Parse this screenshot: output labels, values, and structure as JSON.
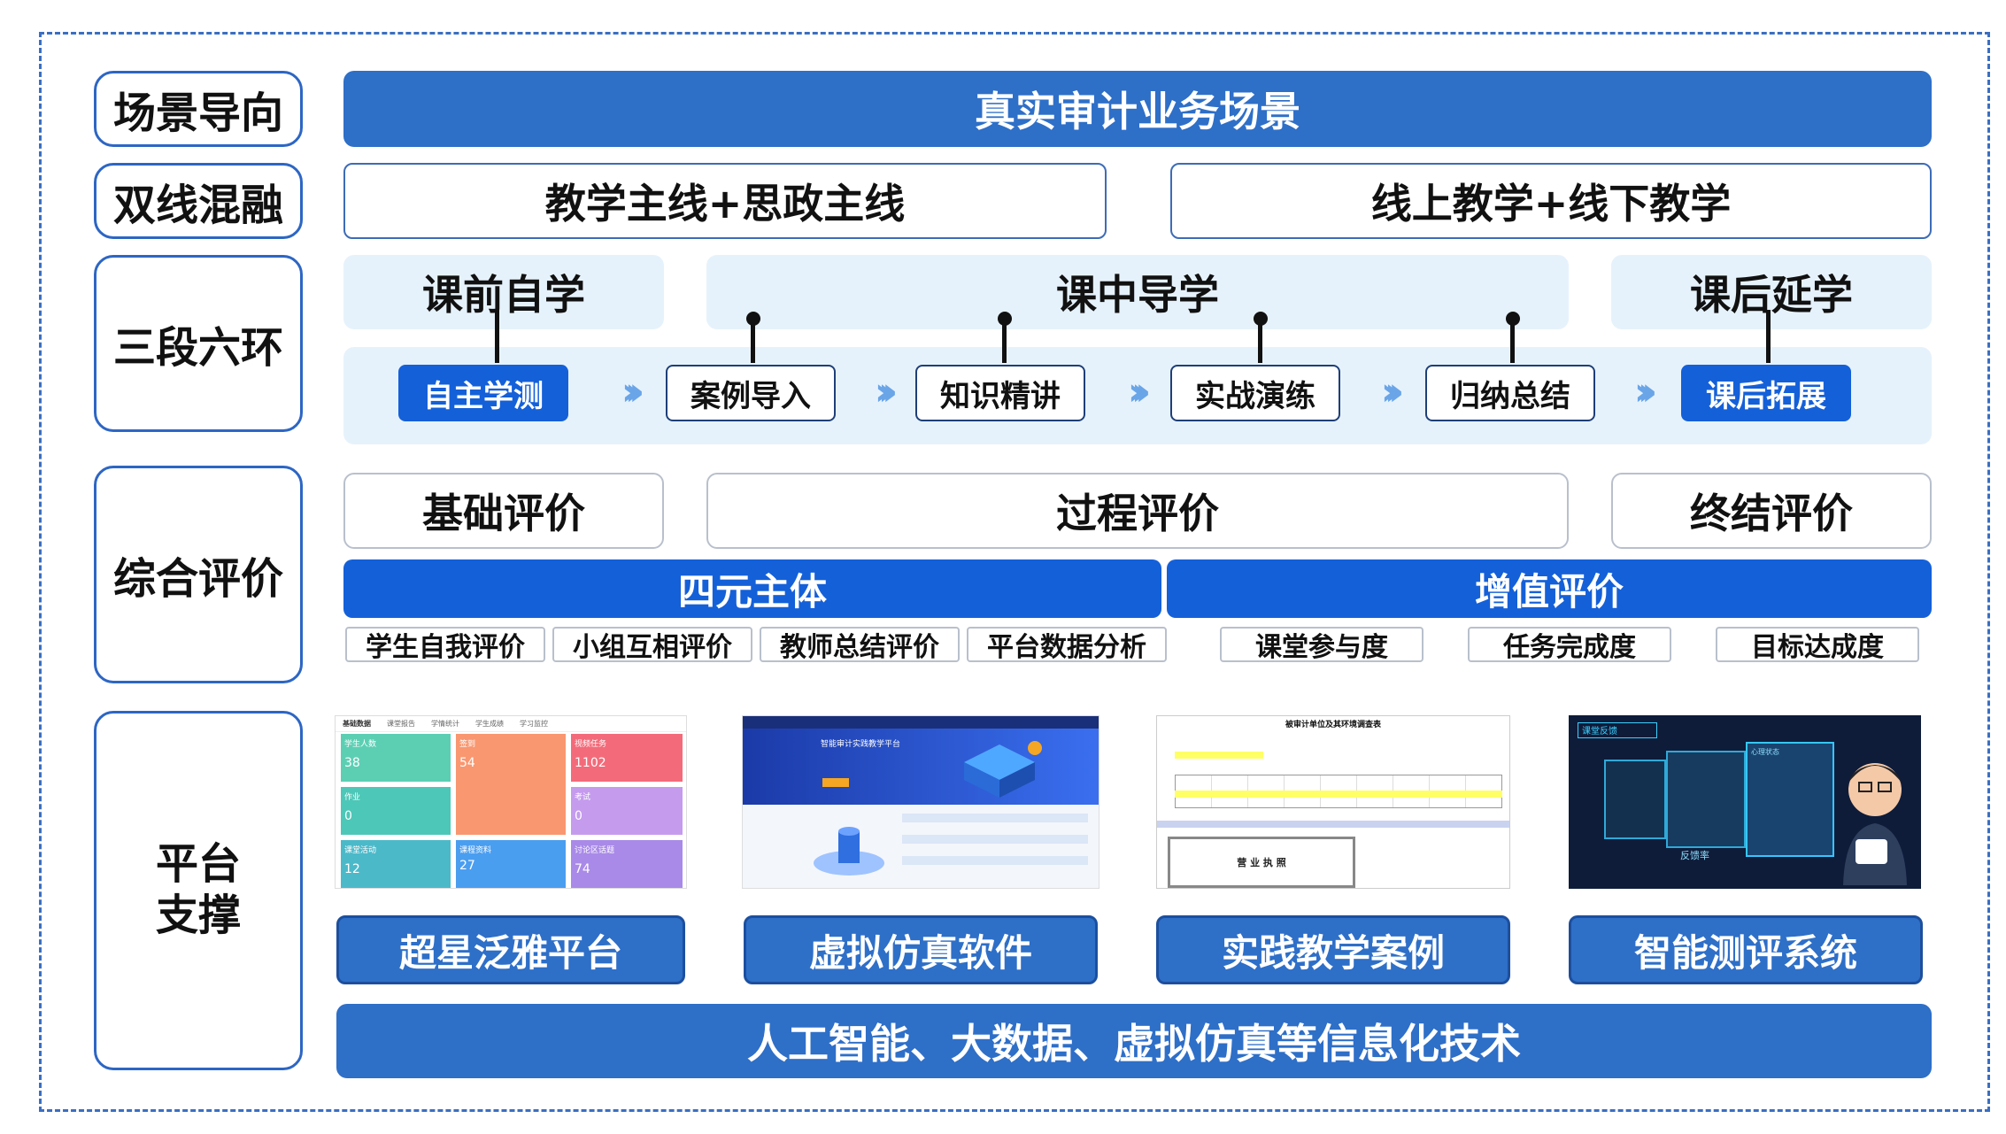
{
  "rows": {
    "scene": "场景导向",
    "dual": "双线混融",
    "three": "三段六环",
    "eval": "综合评价",
    "platform": "平台\n支撑"
  },
  "scene_bar": "真实审计业务场景",
  "dual_boxes": [
    "教学主线+思政主线",
    "线上教学+线下教学"
  ],
  "phases": [
    "课前自学",
    "课中导学",
    "课后延学"
  ],
  "steps": [
    "自主学测",
    "案例导入",
    "知识精讲",
    "实战演练",
    "归纳总结",
    "课后拓展"
  ],
  "eval_types": [
    "基础评价",
    "过程评价",
    "终结评价"
  ],
  "eval_groups": [
    "四元主体",
    "增值评价"
  ],
  "eval_subjects": [
    "学生自我评价",
    "小组互相评价",
    "教师总结评价",
    "平台数据分析"
  ],
  "eval_value": [
    "课堂参与度",
    "任务完成度",
    "目标达成度"
  ],
  "platforms": [
    "超星泛雅平台",
    "虚拟仿真软件",
    "实践教学案例",
    "智能测评系统"
  ],
  "tech_bar": "人工智能、大数据、虚拟仿真等信息化技术",
  "thumbs": {
    "chaoxing": {
      "tabs": [
        "基础数据",
        "课堂报告",
        "学情统计",
        "学生成绩",
        "学习监控"
      ],
      "cards": [
        {
          "title": "学生人数",
          "value": "38"
        },
        {
          "title": "签到",
          "value": "54"
        },
        {
          "title": "视频任务",
          "value": "1102"
        },
        {
          "title": "作业",
          "value": "0"
        },
        {
          "title": "考试",
          "value": "0"
        },
        {
          "title": "课堂活动",
          "value": "12"
        },
        {
          "title": "课程资料",
          "value": "27"
        },
        {
          "title": "讨论区话题",
          "value": "74"
        }
      ]
    },
    "sim": {
      "title": "智能审计实践教学平台"
    },
    "case": {
      "title": "被审计单位及其环境调查表",
      "license": "营 业 执 照"
    },
    "ai": {
      "badge": "课堂反馈",
      "rate": "反馈率",
      "tag": "心理状态"
    }
  },
  "colors": {
    "primary": "#2e6fc8",
    "highlight": "#1460d9",
    "light": "#e6f2fb",
    "border": "#2d66c4",
    "chevron": "#6aa5e8"
  }
}
